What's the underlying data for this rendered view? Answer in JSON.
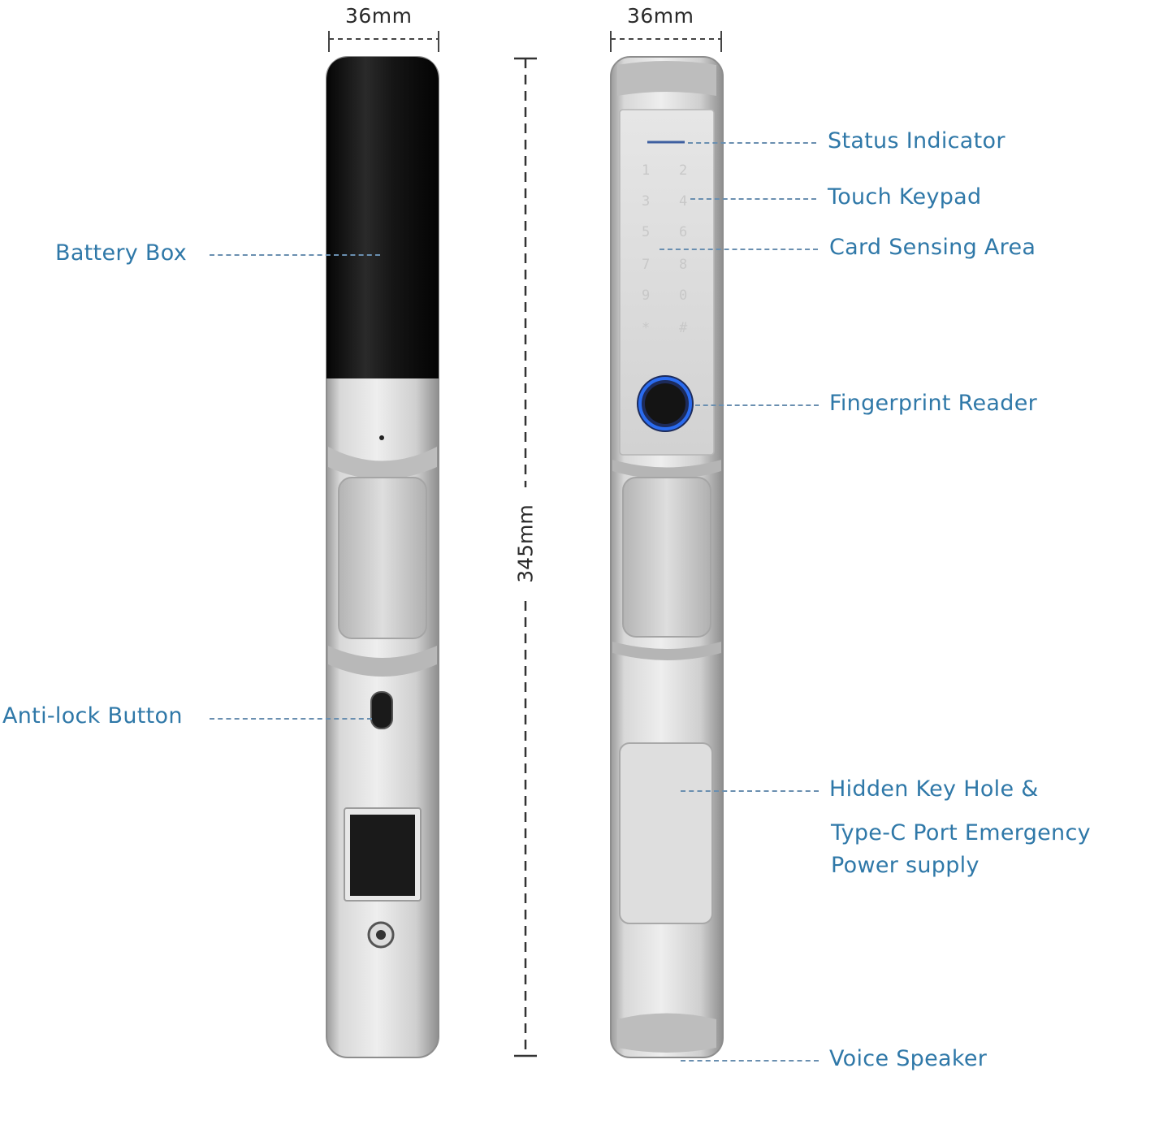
{
  "dimensions": {
    "left_width": "36mm",
    "right_width": "36mm",
    "height": "345mm"
  },
  "labels": {
    "battery_box": "Battery Box",
    "anti_lock_button": "Anti-lock Button",
    "status_indicator": "Status Indicator",
    "touch_keypad": "Touch Keypad",
    "card_sensing_area": "Card Sensing Area",
    "fingerprint_reader": "Fingerprint Reader",
    "hidden_key_hole_line1": "Hidden Key Hole &",
    "hidden_key_hole_line2": "Type-C Port Emergency",
    "hidden_key_hole_line3": "Power supply",
    "voice_speaker": "Voice Speaker"
  },
  "keypad": {
    "keys": [
      "1",
      "2",
      "3",
      "4",
      "5",
      "6",
      "7",
      "8",
      "9",
      "0",
      "*",
      "#"
    ]
  },
  "colors": {
    "label_text": "#2f78a8",
    "leader_line": "#6a8fb0",
    "battery_box": "#111111",
    "silver_body": "#c9c9c9",
    "fingerprint_ring": "#2a6cf0"
  }
}
